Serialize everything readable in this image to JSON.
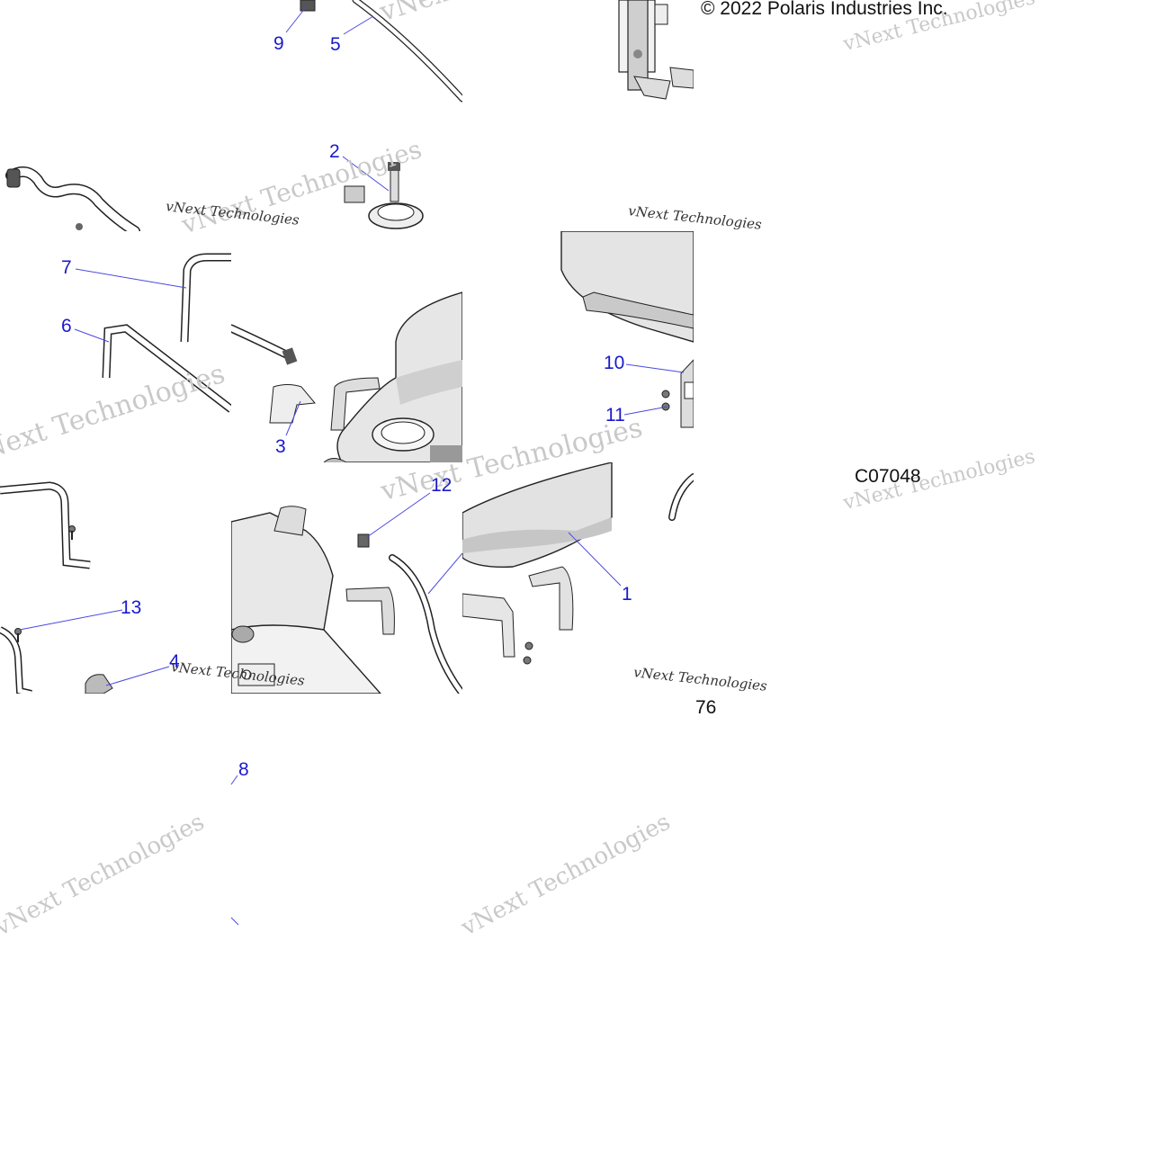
{
  "diagram": {
    "copyright": "© 2022 Polaris Industries Inc.",
    "diagram_code": "C07048",
    "page_fragment": "76",
    "watermark_large": "vNext Technologies",
    "watermark_small": "vNext Technologies",
    "callouts": [
      {
        "id": "c1",
        "label": "1"
      },
      {
        "id": "c2",
        "label": "2"
      },
      {
        "id": "c3",
        "label": "3"
      },
      {
        "id": "c4",
        "label": "4"
      },
      {
        "id": "c5",
        "label": "5"
      },
      {
        "id": "c6",
        "label": "6"
      },
      {
        "id": "c7",
        "label": "7"
      },
      {
        "id": "c8",
        "label": "8"
      },
      {
        "id": "c9",
        "label": "9"
      },
      {
        "id": "c10",
        "label": "10"
      },
      {
        "id": "c11",
        "label": "11"
      },
      {
        "id": "c12",
        "label": "12"
      },
      {
        "id": "c13",
        "label": "13"
      }
    ],
    "colors": {
      "callout": "#1a1acc",
      "leader": "#4a4adf",
      "linework": "#222222",
      "fill_light": "#eeeeee",
      "fill_mid": "#d4d4d4",
      "fill_dark": "#b9b9b9",
      "watermark": "#c9c9c9"
    }
  }
}
